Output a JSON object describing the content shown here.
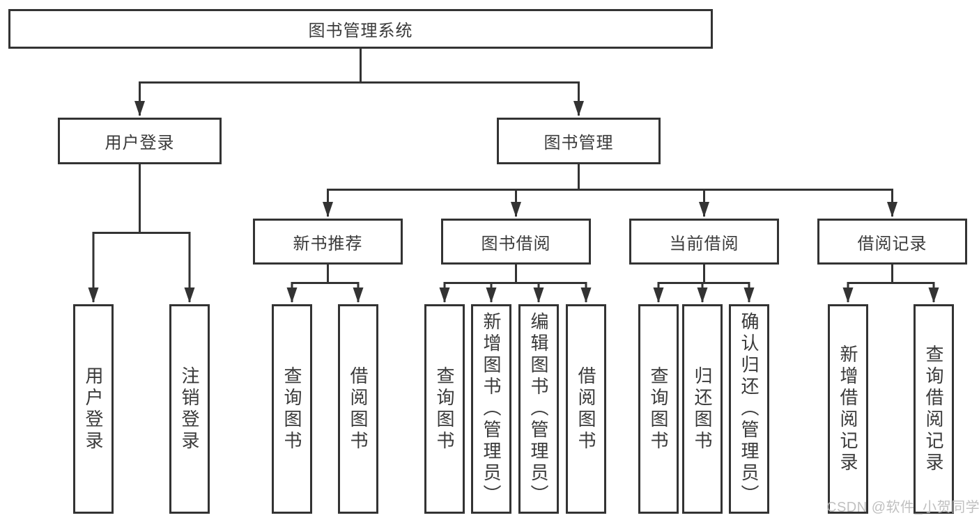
{
  "diagram": {
    "title_node": {
      "label": "图书管理系统"
    },
    "level2": [
      {
        "id": "user-login",
        "label": "用户登录"
      },
      {
        "id": "book-management",
        "label": "图书管理"
      }
    ],
    "level3": [
      {
        "id": "new-book-recommend",
        "label": "新书推荐"
      },
      {
        "id": "book-borrowing",
        "label": "图书借阅"
      },
      {
        "id": "current-borrowing",
        "label": "当前借阅"
      },
      {
        "id": "borrowing-records",
        "label": "借阅记录"
      }
    ],
    "leaves": {
      "user_login": [
        {
          "label": "用户登录"
        },
        {
          "label": "注销登录"
        }
      ],
      "new_book_recommend": [
        {
          "label": "查询图书"
        },
        {
          "label": "借阅图书"
        }
      ],
      "book_borrowing": [
        {
          "label": "查询图书"
        },
        {
          "label": "新增图书（管理员）"
        },
        {
          "label": "编辑图书（管理员）"
        },
        {
          "label": "借阅图书"
        }
      ],
      "current_borrowing": [
        {
          "label": "查询图书"
        },
        {
          "label": "归还图书"
        },
        {
          "label": "确认归还（管理员）"
        }
      ],
      "borrowing_records": [
        {
          "label": "新增借阅记录"
        },
        {
          "label": "查询借阅记录"
        }
      ]
    },
    "watermark": "CSDN @软件_小贺同学",
    "colors": {
      "line": "#333333",
      "text": "#3a3a3a",
      "watermark": "#b9b9b9",
      "background": "#ffffff"
    }
  }
}
